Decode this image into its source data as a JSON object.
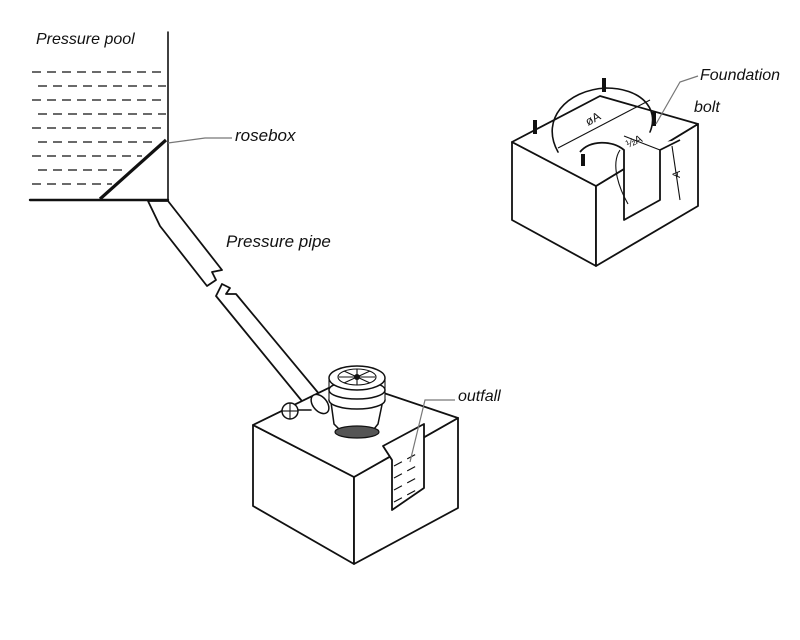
{
  "labels": {
    "pressure_pool": "Pressure pool",
    "rosebox": "rosebox",
    "pressure_pipe": "Pressure pipe",
    "outfall": "outfall",
    "foundation": "Foundation",
    "bolt": "bolt"
  },
  "dimensions": {
    "diameter": "øA",
    "half": "½A",
    "depth": "A"
  }
}
